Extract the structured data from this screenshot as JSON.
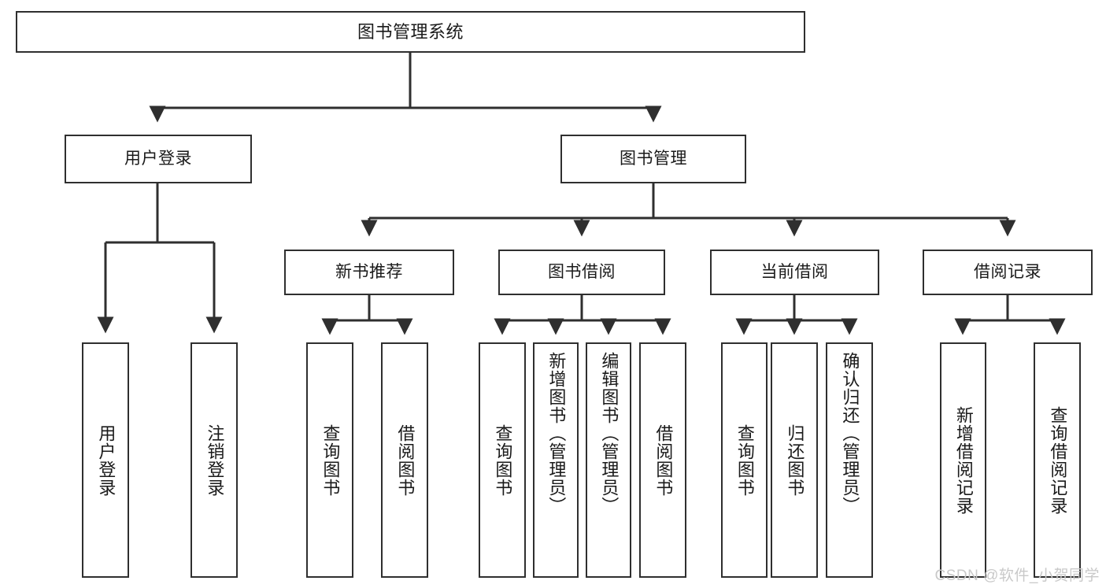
{
  "diagram": {
    "title": "图书管理系统",
    "type": "tree",
    "watermark": "CSDN @软件_小贺同学",
    "colors": {
      "box_border": "#2f2f2f",
      "box_fill": "#ffffff",
      "connector": "#2f2f2f",
      "text": "#1a1a1a",
      "watermark": "#c9c9c9"
    },
    "nodes": {
      "root": {
        "label": "图书管理系统",
        "level": 1
      },
      "user_login": {
        "label": "用户登录",
        "level": 2
      },
      "book_manage": {
        "label": "图书管理",
        "level": 2
      },
      "new_book_rec": {
        "label": "新书推荐",
        "level": 3
      },
      "book_borrow": {
        "label": "图书借阅",
        "level": 3
      },
      "current_borrow": {
        "label": "当前借阅",
        "level": 3
      },
      "borrow_record": {
        "label": "借阅记录",
        "level": 3
      },
      "leaf_user_login": {
        "label": "用户登录",
        "level": 4
      },
      "leaf_logout": {
        "label": "注销登录",
        "level": 4
      },
      "leaf_query_book_1": {
        "label": "查询图书",
        "level": 4
      },
      "leaf_borrow_book_1": {
        "label": "借阅图书",
        "level": 4
      },
      "leaf_query_book_2": {
        "label": "查询图书",
        "level": 4
      },
      "leaf_add_book": {
        "label": "新增图书（管理员）",
        "level": 4
      },
      "leaf_edit_book": {
        "label": "编辑图书（管理员）",
        "level": 4
      },
      "leaf_borrow_book_2": {
        "label": "借阅图书",
        "level": 4
      },
      "leaf_query_book_3": {
        "label": "查询图书",
        "level": 4
      },
      "leaf_return_book": {
        "label": "归还图书",
        "level": 4
      },
      "leaf_confirm_return": {
        "label": "确认归还（管理员）",
        "level": 4
      },
      "leaf_add_record": {
        "label": "新增借阅记录",
        "level": 4
      },
      "leaf_query_record": {
        "label": "查询借阅记录",
        "level": 4
      }
    },
    "edges": [
      {
        "from": "root",
        "to": "user_login"
      },
      {
        "from": "root",
        "to": "book_manage"
      },
      {
        "from": "user_login",
        "to": "leaf_user_login"
      },
      {
        "from": "user_login",
        "to": "leaf_logout"
      },
      {
        "from": "book_manage",
        "to": "new_book_rec"
      },
      {
        "from": "book_manage",
        "to": "book_borrow"
      },
      {
        "from": "book_manage",
        "to": "current_borrow"
      },
      {
        "from": "book_manage",
        "to": "borrow_record"
      },
      {
        "from": "new_book_rec",
        "to": "leaf_query_book_1"
      },
      {
        "from": "new_book_rec",
        "to": "leaf_borrow_book_1"
      },
      {
        "from": "book_borrow",
        "to": "leaf_query_book_2"
      },
      {
        "from": "book_borrow",
        "to": "leaf_add_book"
      },
      {
        "from": "book_borrow",
        "to": "leaf_edit_book"
      },
      {
        "from": "book_borrow",
        "to": "leaf_borrow_book_2"
      },
      {
        "from": "current_borrow",
        "to": "leaf_query_book_3"
      },
      {
        "from": "current_borrow",
        "to": "leaf_return_book"
      },
      {
        "from": "current_borrow",
        "to": "leaf_confirm_return"
      },
      {
        "from": "borrow_record",
        "to": "leaf_add_record"
      },
      {
        "from": "borrow_record",
        "to": "leaf_query_record"
      }
    ]
  }
}
